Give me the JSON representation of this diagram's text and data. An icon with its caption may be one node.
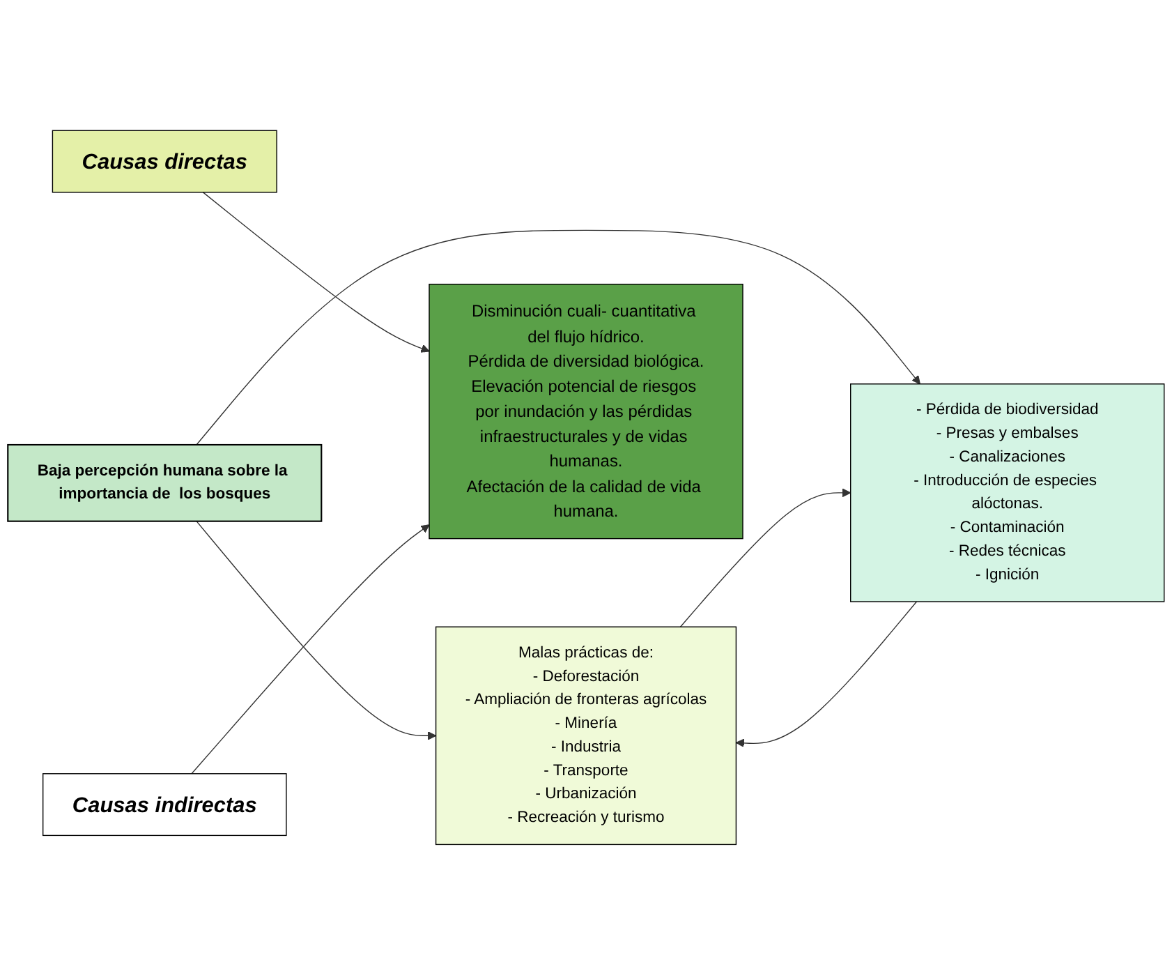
{
  "diagram": {
    "nodes": [
      {
        "text": [
          "Baja percepción humana sobre la importancia de  los bosques"
        ]
      },
      {
        "text": [
          "Causas directas"
        ]
      },
      {
        "text": [
          "Malas prácticas de:",
          "- Deforestación",
          "- Ampliación de fronteras agrícolas",
          "- Minería",
          "- Industria",
          "- Transporte",
          "- Urbanización",
          "- Recreación y turismo"
        ]
      },
      {
        "text": [
          "- Pérdida de biodiversidad",
          "- Presas y embalses",
          "- Canalizaciones",
          "- Introducción de especies alóctonas.",
          "- Contaminación",
          "- Redes técnicas",
          "- Ignición"
        ]
      },
      {
        "text": [
          "Causas indirectas"
        ]
      },
      {
        "text": [
          "Disminución cuali- cuantitativa del flujo hídrico.",
          "Pérdida de diversidad biológica.",
          "Elevación potencial de riesgos por inundación y las pérdidas infraestructurales y de vidas humanas.",
          "Afectación de la calidad de vida humana."
        ]
      }
    ],
    "edges": [
      {
        "from": 0,
        "to": 2,
        "arrow": "to"
      },
      {
        "from": 0,
        "to": 3,
        "arrow": "to"
      },
      {
        "from": 2,
        "to": 3,
        "arrow": "to"
      },
      {
        "from": 3,
        "to": 2,
        "arrow": "to"
      },
      {
        "from": 1,
        "to": 5,
        "arrow": "to"
      },
      {
        "from": 4,
        "to": 5,
        "arrow": "to"
      }
    ]
  }
}
